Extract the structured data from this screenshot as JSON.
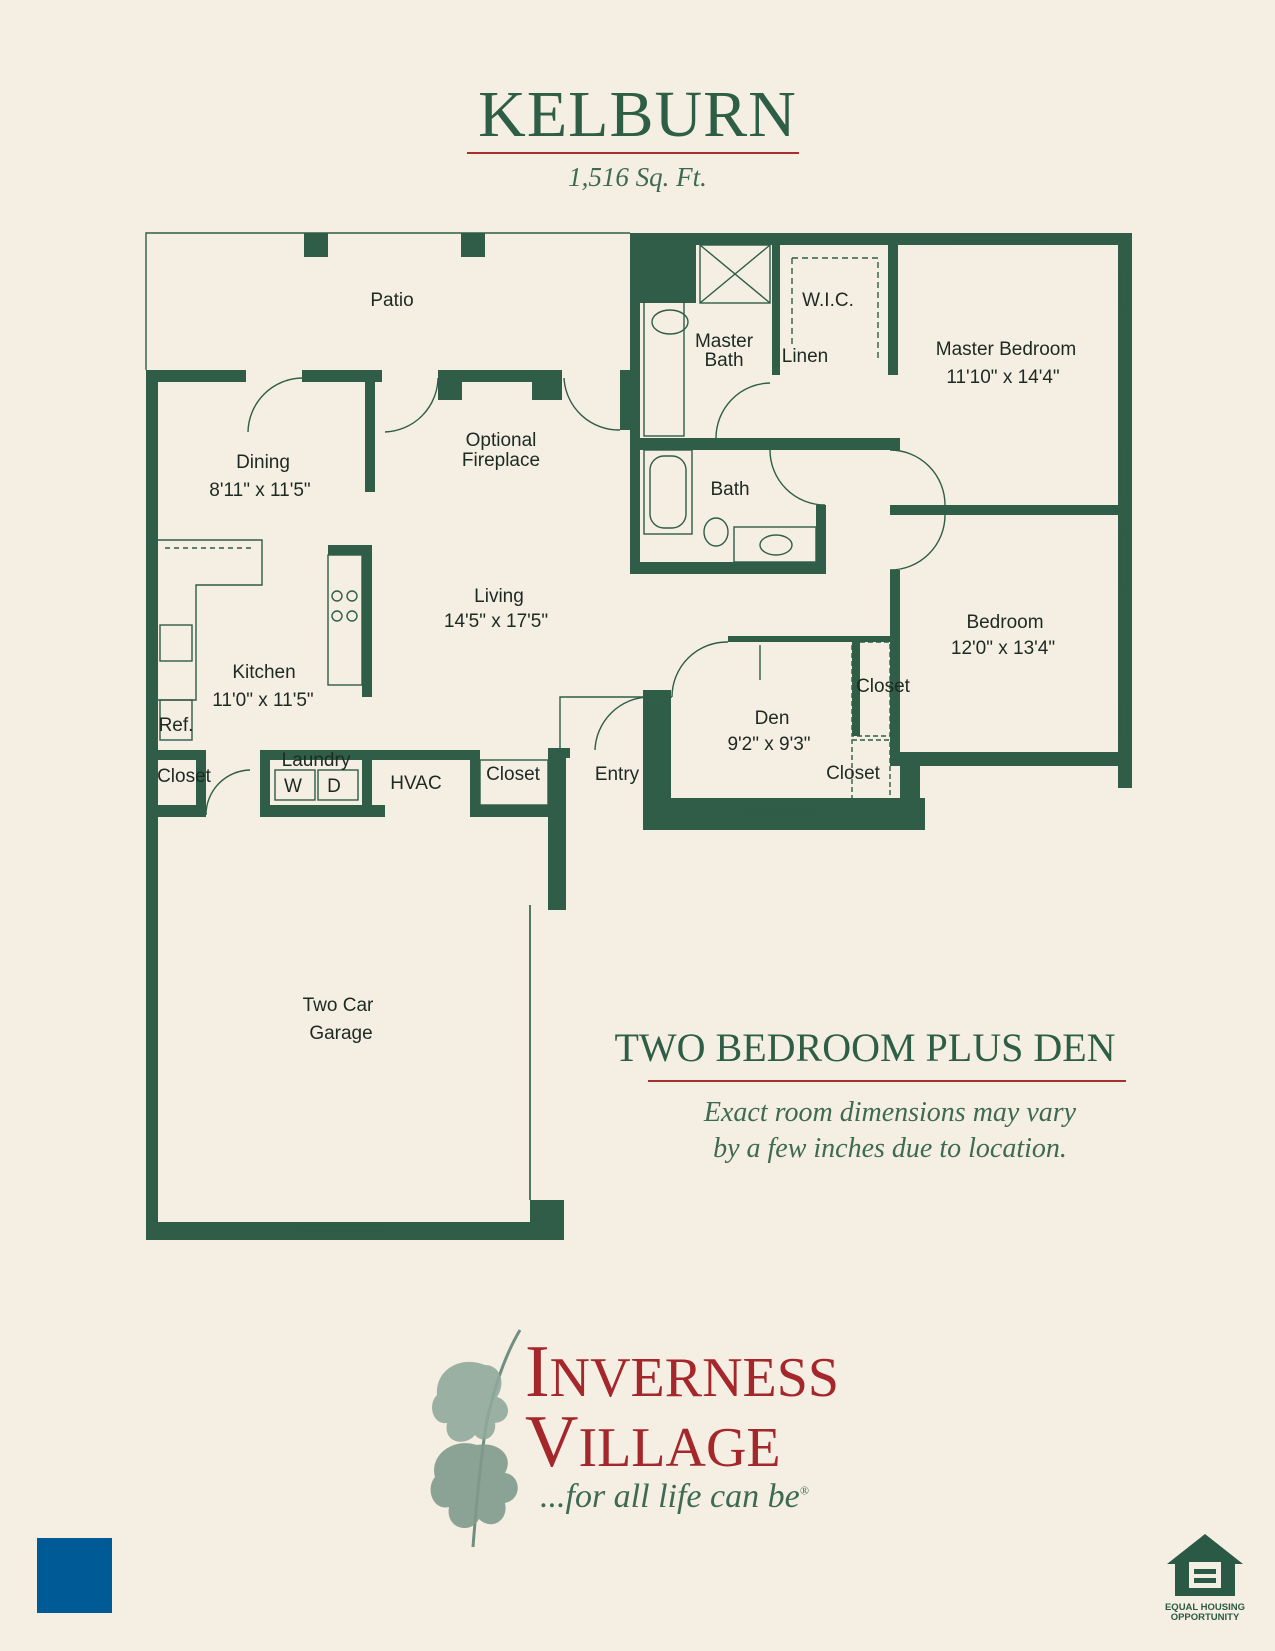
{
  "header": {
    "title": "KELBURN",
    "area": "1,516 Sq. Ft."
  },
  "rooms": {
    "patio": "Patio",
    "dining": "Dining",
    "dining_dim": "8'11\" x 11'5\"",
    "fireplace_1": "Optional",
    "fireplace_2": "Fireplace",
    "master_bath_1": "Master",
    "master_bath_2": "Bath",
    "wic": "W.I.C.",
    "linen": "Linen",
    "master_bedroom": "Master Bedroom",
    "master_bedroom_dim": "11'10\" x 14'4\"",
    "bath": "Bath",
    "living": "Living",
    "living_dim": "14'5\" x 17'5\"",
    "kitchen": "Kitchen",
    "kitchen_dim": "11'0\" x 11'5\"",
    "ref": "Ref.",
    "bedroom": "Bedroom",
    "bedroom_dim": "12'0\" x 13'4\"",
    "closet_bedroom": "Closet",
    "den": "Den",
    "den_dim": "9'2\" x 9'3\"",
    "closet_den": "Closet",
    "laundry": "Laundry",
    "washer": "W",
    "dryer": "D",
    "closet_left": "Closet",
    "hvac": "HVAC",
    "closet_entry": "Closet",
    "entry": "Entry",
    "garage_1": "Two Car",
    "garage_2": "Garage"
  },
  "info": {
    "plan_type": "TWO BEDROOM PLUS DEN",
    "note_line1": "Exact room dimensions may vary",
    "note_line2": "by a few inches due to location."
  },
  "brand": {
    "name_line1_initial": "I",
    "name_line1_rest": "NVERNESS",
    "name_line2_initial": "V",
    "name_line2_rest": "ILLAGE",
    "tagline": "...for all life can be",
    "registered": "®"
  },
  "badge": {
    "line1": "EQUAL HOUSING",
    "line2": "OPPORTUNITY"
  },
  "colors": {
    "wall": "#2f5d47",
    "accent_red": "#a53030",
    "background": "#f5eee3",
    "brand_red": "#a4272b",
    "square_blue": "#005a96"
  }
}
